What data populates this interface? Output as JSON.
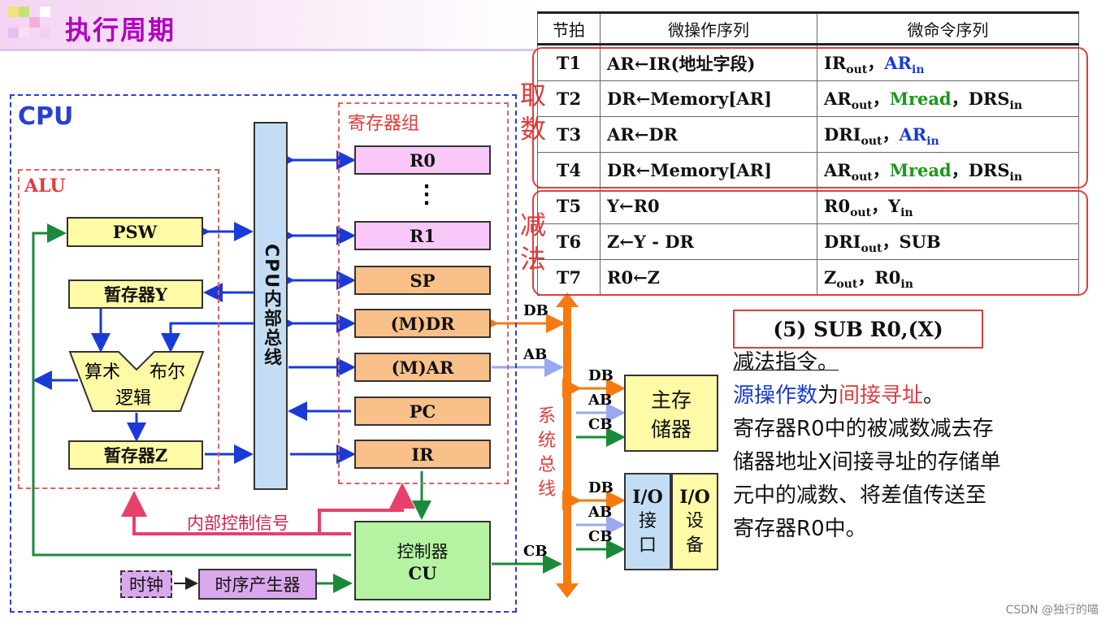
{
  "title": "执行周期",
  "diagram": {
    "cpu_label": "CPU",
    "alu_label": "ALU",
    "regs_label": "寄存器组",
    "bus_label": "CPU内部总线",
    "psw": "PSW",
    "temp_y": "暂存器Y",
    "alu_left": "算术",
    "alu_right": "布尔",
    "alu_bottom": "逻辑",
    "temp_z": "暂存器Z",
    "r0": "R0",
    "dots": "⋮",
    "r1": "R1",
    "sp": "SP",
    "mdr": "(M)DR",
    "mar": "(M)AR",
    "pc": "PC",
    "ir": "IR",
    "cu_line1": "控制器",
    "cu_line2": "CU",
    "clock": "时钟",
    "timing": "时序产生器",
    "internal_ctrl": "内部控制信号",
    "sys_bus": "系统总线",
    "db": "DB",
    "ab": "AB",
    "cb": "CB",
    "memory_line1": "主存",
    "memory_line2": "储器",
    "io_port_lines": [
      "I/O",
      "接",
      "口"
    ],
    "io_dev_lines": [
      "I/O",
      "设",
      "备"
    ]
  },
  "table": {
    "headers": [
      "节拍",
      "微操作序列",
      "微命令序列"
    ],
    "fetch_label": "取数",
    "sub_label": "减法",
    "rows": [
      {
        "t": "T1",
        "op": "AR←IR(地址字段)",
        "cmd": [
          {
            "text": "IR",
            "sub": "out"
          },
          {
            "text": "，"
          },
          {
            "text": "AR",
            "sub": "in",
            "color": "blue"
          }
        ]
      },
      {
        "t": "T2",
        "op": "DR←Memory[AR]",
        "cmd": [
          {
            "text": "AR",
            "sub": "out"
          },
          {
            "text": "，"
          },
          {
            "text": "Mread",
            "color": "green"
          },
          {
            "text": "，"
          },
          {
            "text": "DRS",
            "sub": "in"
          }
        ]
      },
      {
        "t": "T3",
        "op": "AR←DR",
        "cmd": [
          {
            "text": "DRI",
            "sub": "out"
          },
          {
            "text": "，"
          },
          {
            "text": "AR",
            "sub": "in",
            "color": "blue"
          }
        ]
      },
      {
        "t": "T4",
        "op": "DR←Memory[AR]",
        "cmd": [
          {
            "text": "AR",
            "sub": "out"
          },
          {
            "text": "，"
          },
          {
            "text": "Mread",
            "color": "green"
          },
          {
            "text": "，"
          },
          {
            "text": "DRS",
            "sub": "in"
          }
        ]
      },
      {
        "t": "T5",
        "op": "Y←R0",
        "cmd": [
          {
            "text": "R0",
            "sub": "out"
          },
          {
            "text": "，"
          },
          {
            "text": "Y",
            "sub": "in"
          }
        ]
      },
      {
        "t": "T6",
        "op": "Z←Y - DR",
        "cmd": [
          {
            "text": "DRI",
            "sub": "out"
          },
          {
            "text": "，"
          },
          {
            "text": "SUB"
          }
        ]
      },
      {
        "t": "T7",
        "op": "R0←Z",
        "cmd": [
          {
            "text": "Z",
            "sub": "out"
          },
          {
            "text": "，"
          },
          {
            "text": "R0",
            "sub": "in"
          }
        ]
      }
    ]
  },
  "instruction": {
    "title": "(5) SUB R0,(X)",
    "line1": "减法指令。",
    "line2_a": "源操作数",
    "line2_b": "为",
    "line2_c": "间接寻址",
    "line2_d": "。",
    "rest_lines": [
      "寄存器R0中的被减数减去存",
      "储器地址X间接寻址的存储单",
      "元中的减数、将差值传送至",
      "寄存器R0中。"
    ]
  },
  "watermark": "CSDN @独行的喵",
  "colors": {
    "title": "#b000c0",
    "blue_text": "#1a3ad8",
    "red_text": "#e03c3c",
    "green_text": "#1a9a1a",
    "bus_orange": "#f57a10"
  }
}
